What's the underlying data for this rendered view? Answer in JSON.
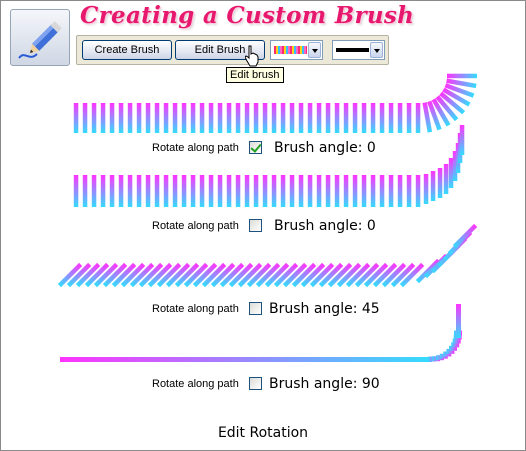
{
  "header": {
    "title": "Creating a Custom Brush",
    "app_icon": "pencil-drawing-icon"
  },
  "toolbar": {
    "create_brush_label": "Create Brush",
    "edit_brush_label": "Edit Brush",
    "brush_dropdown_icon": "brush-stroke-swatch",
    "line_dropdown_icon": "line-style-swatch",
    "tooltip": "Edit brush"
  },
  "examples": [
    {
      "rotate_label": "Rotate along path",
      "rotate_checked": true,
      "angle_label": "Brush angle: 0"
    },
    {
      "rotate_label": "Rotate along path",
      "rotate_checked": false,
      "angle_label": "Brush angle: 0"
    },
    {
      "rotate_label": "Rotate along path",
      "rotate_checked": false,
      "angle_label": "Brush angle: 45"
    },
    {
      "rotate_label": "Rotate along path",
      "rotate_checked": false,
      "angle_label": "Brush angle: 90"
    }
  ],
  "caption": "Edit Rotation",
  "colors": {
    "title": "#e6196e",
    "stroke_top": "#ff33ff",
    "stroke_bottom": "#33ddff"
  }
}
